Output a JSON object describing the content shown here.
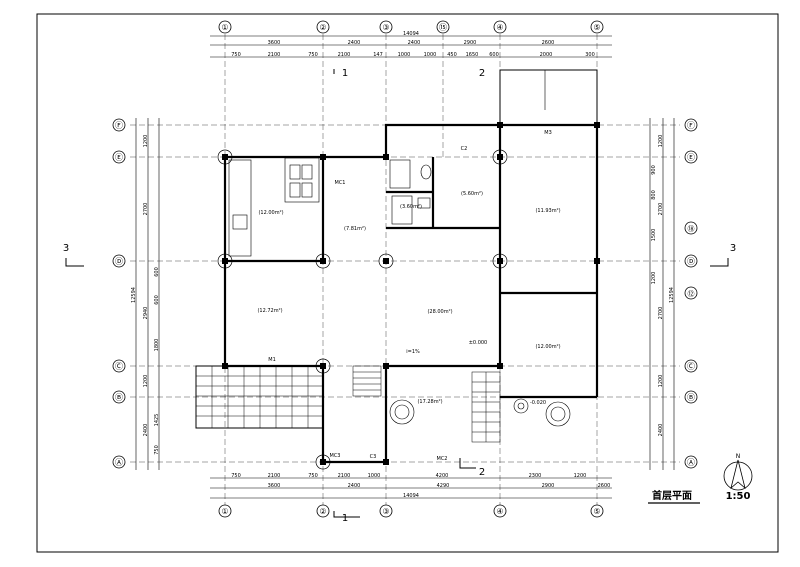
{
  "drawing": {
    "title": "首层平面",
    "scale": "1:50",
    "north_label": "N"
  },
  "axes": {
    "columns": [
      "①",
      "②",
      "③",
      "⑮",
      "④",
      "⑤"
    ],
    "rows": [
      "Ⓕ",
      "Ⓔ",
      "Ⓓ",
      "Ⓒ",
      "Ⓑ",
      "Ⓐ"
    ],
    "extra_rows_right": [
      "⑱",
      "⑫"
    ]
  },
  "dims": {
    "top_total": "14094",
    "top_main": [
      "3600",
      "2400",
      "2400",
      "2900",
      "2600"
    ],
    "top_detail": [
      "750",
      "2100",
      "750",
      "2100",
      "147",
      "1000",
      "1000",
      "450",
      "1650",
      "600",
      "2000",
      "300"
    ],
    "bottom_detail": [
      "750",
      "2100",
      "750",
      "2100",
      "1000",
      "4200",
      "2300",
      "1200"
    ],
    "bottom_main": [
      "3600",
      "2400",
      "4290",
      "2900",
      "2600"
    ],
    "bottom_total": "14094",
    "left_total": "12594",
    "left_chain": [
      "1200",
      "2700",
      "2940",
      "1200",
      "2400"
    ],
    "left_detail": [
      "600",
      "600",
      "1800",
      "1425",
      "750"
    ],
    "right_total": "12594",
    "right_chain": [
      "1200",
      "2700",
      "2700",
      "1200",
      "2400"
    ],
    "right_detail": [
      "900",
      "800",
      "1500",
      "1200"
    ]
  },
  "rooms": {
    "kitchen": "(12.00m²)",
    "dining": "(7.81m²)",
    "bath": "(3.60m²)",
    "wc": "(5.60m²)",
    "bedroom_ne": "(11.93m²)",
    "garage": "(12.72m²)",
    "living": "(28.00m²)",
    "bedroom_se": "(12.00m²)",
    "terrace": "(17.28m²)"
  },
  "labels": {
    "section": "3",
    "section_1": "1",
    "section_2": "2",
    "door_m3": "M3",
    "door_m1": "M1",
    "door_mc1": "MC1",
    "door_mc2": "MC2",
    "door_mc3": "MC3",
    "win_c2": "C2",
    "win_c3": "C3",
    "step": "i=1%",
    "elev": "±0.000",
    "lvl": "-0.020"
  }
}
